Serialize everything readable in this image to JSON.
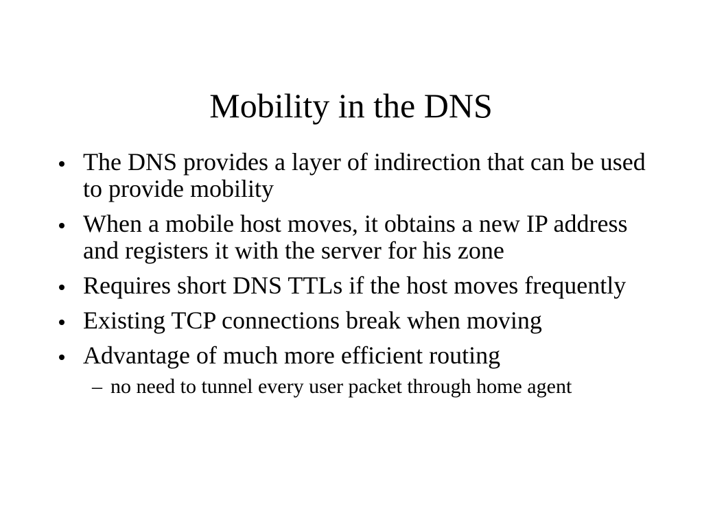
{
  "slide": {
    "title": "Mobility in the DNS",
    "bullets": [
      "The DNS provides a layer of indirection that can be used to provide mobility",
      "When a mobile host moves, it obtains a new IP address and registers it with the server for his zone",
      "Requires short DNS TTLs if the host moves frequently",
      "Existing TCP connections break when moving",
      "Advantage of much more efficient routing"
    ],
    "sub_bullets": [
      "no need to tunnel every user packet through home agent"
    ],
    "sub_bullet_marker": "–"
  }
}
